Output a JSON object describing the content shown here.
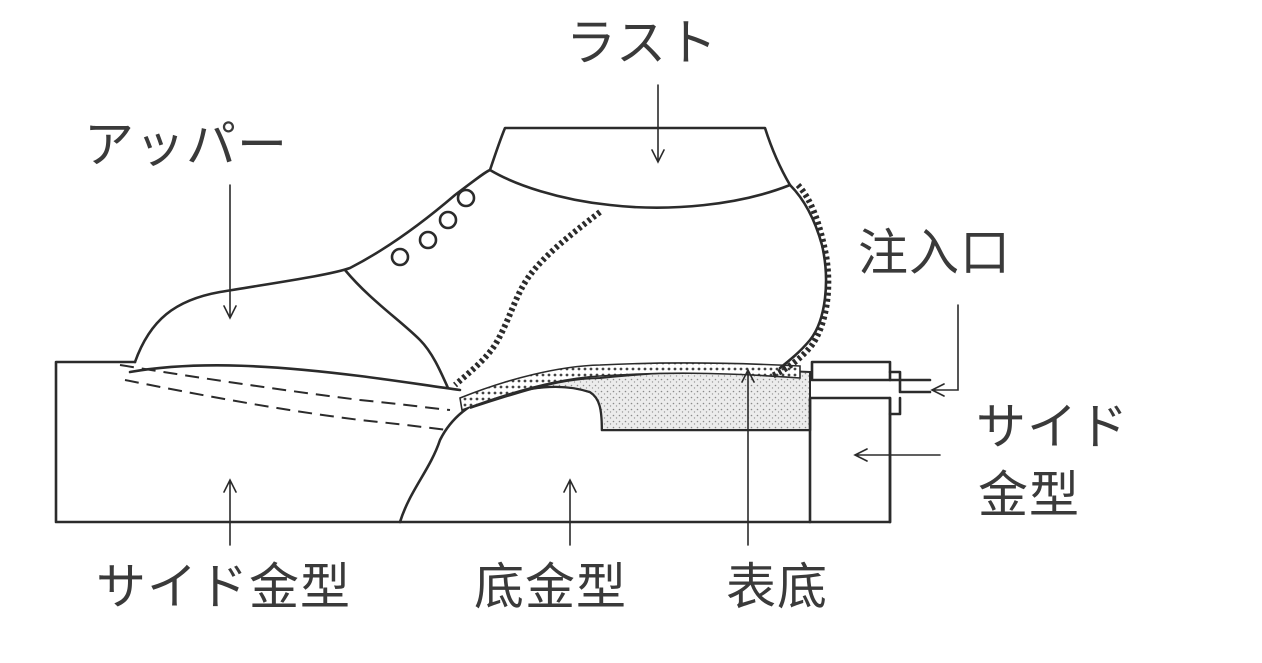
{
  "labels": {
    "last": "ラスト",
    "upper": "アッパー",
    "inlet": "注入口",
    "side_mold_right_line1": "サイド",
    "side_mold_right_line2": "金型",
    "side_mold_bottom": "サイド金型",
    "bottom_mold": "底金型",
    "outsole": "表底"
  },
  "colors": {
    "line": "#2b2b2b",
    "text": "#3a3a3a",
    "outsole_fill": "#d9d9d9",
    "background": "#ffffff"
  }
}
